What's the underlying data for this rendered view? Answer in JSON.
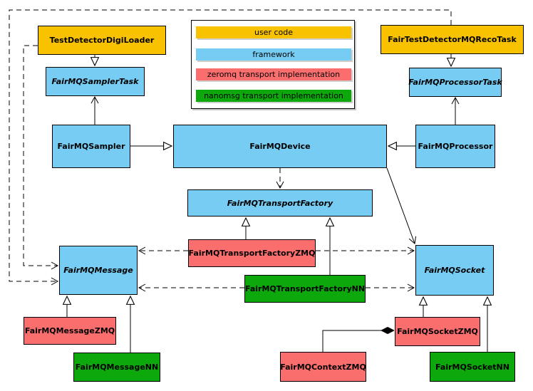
{
  "colors": {
    "user-code": "#F8C200",
    "framework": "#76CCF3",
    "zeromq": "#FB6E6E",
    "nanomsg": "#0CA80C",
    "edge": "#000000",
    "background": "#FFFFFF"
  },
  "legend": {
    "items": [
      {
        "label": "user code",
        "category": "user-code"
      },
      {
        "label": "framework",
        "category": "framework"
      },
      {
        "label": "zeromq transport implementation",
        "category": "zeromq"
      },
      {
        "label": "nanomsg transport implementation",
        "category": "nanomsg"
      }
    ]
  },
  "nodes": {
    "testDetectorDigiLoader": {
      "label": "TestDetectorDigiLoader",
      "category": "user-code"
    },
    "fairTestDetectorMQRecoTask": {
      "label": "FairTestDetectorMQRecoTask",
      "category": "user-code"
    },
    "fairMQSamplerTask": {
      "label": "FairMQSamplerTask",
      "category": "framework",
      "abstract": true
    },
    "fairMQProcessorTask": {
      "label": "FairMQProcessorTask",
      "category": "framework",
      "abstract": true
    },
    "fairMQSampler": {
      "label": "FairMQSampler",
      "category": "framework"
    },
    "fairMQDevice": {
      "label": "FairMQDevice",
      "category": "framework"
    },
    "fairMQProcessor": {
      "label": "FairMQProcessor",
      "category": "framework"
    },
    "fairMQTransportFactory": {
      "label": "FairMQTransportFactory",
      "category": "framework",
      "abstract": true
    },
    "fairMQTransportFactoryZMQ": {
      "label": "FairMQTransportFactoryZMQ",
      "category": "zeromq"
    },
    "fairMQTransportFactoryNN": {
      "label": "FairMQTransportFactoryNN",
      "category": "nanomsg"
    },
    "fairMQMessage": {
      "label": "FairMQMessage",
      "category": "framework",
      "abstract": true
    },
    "fairMQSocket": {
      "label": "FairMQSocket",
      "category": "framework",
      "abstract": true
    },
    "fairMQMessageZMQ": {
      "label": "FairMQMessageZMQ",
      "category": "zeromq"
    },
    "fairMQMessageNN": {
      "label": "FairMQMessageNN",
      "category": "nanomsg"
    },
    "fairMQSocketZMQ": {
      "label": "FairMQSocketZMQ",
      "category": "zeromq"
    },
    "fairMQSocketNN": {
      "label": "FairMQSocketNN",
      "category": "nanomsg"
    },
    "fairMQContextZMQ": {
      "label": "FairMQContextZMQ",
      "category": "zeromq"
    }
  }
}
